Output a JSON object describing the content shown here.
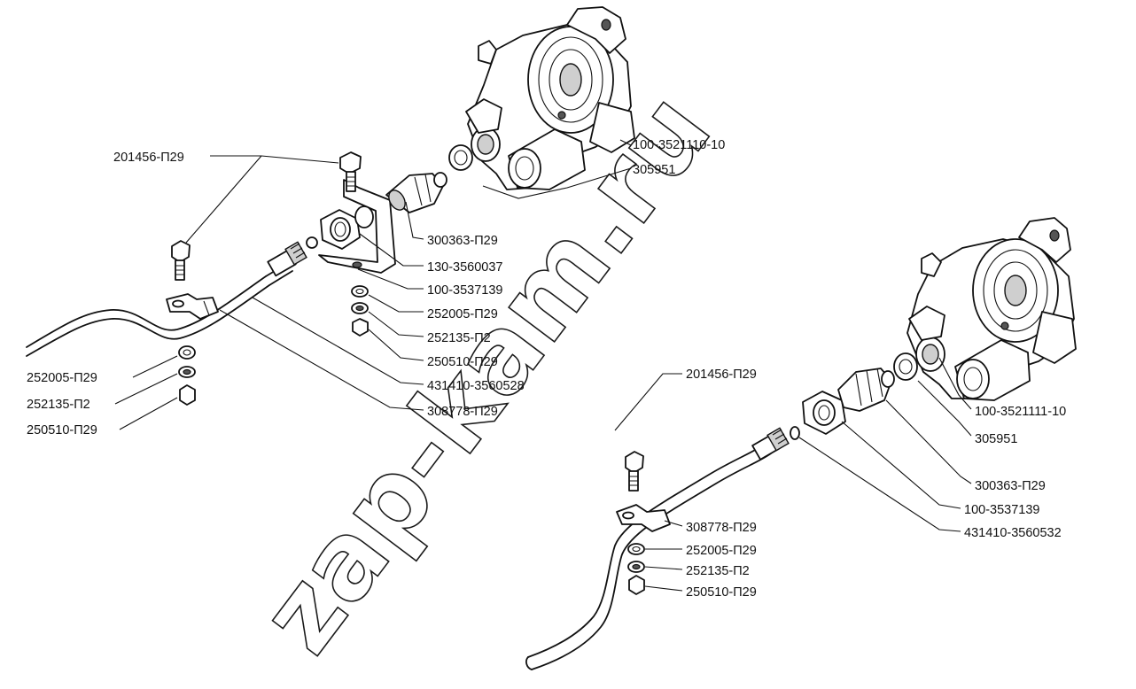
{
  "watermark": "zap-kam.ru",
  "left_assembly": {
    "labels": {
      "bolt_top": "201456-П29",
      "valve": "100-3521110-10",
      "gasket": "305951",
      "union": "300363-П29",
      "nut_large": "130-3560037",
      "bracket_nut": "100-3537139",
      "washer_1": "252005-П29",
      "washer_2": "252135-П2",
      "nut_1": "250510-П29",
      "hose": "431410-3560528",
      "clamp": "308778-П29",
      "washer_3": "252005-П29",
      "washer_4": "252135-П2",
      "nut_2": "250510-П29"
    }
  },
  "right_assembly": {
    "labels": {
      "bolt": "201456-П29",
      "valve": "100-3521111-10",
      "gasket": "305951",
      "union": "300363-П29",
      "bracket_nut": "100-3537139",
      "hose": "431410-3560532",
      "clamp": "308778-П29",
      "washer_1": "252005-П29",
      "washer_2": "252135-П2",
      "nut_1": "250510-П29"
    }
  }
}
